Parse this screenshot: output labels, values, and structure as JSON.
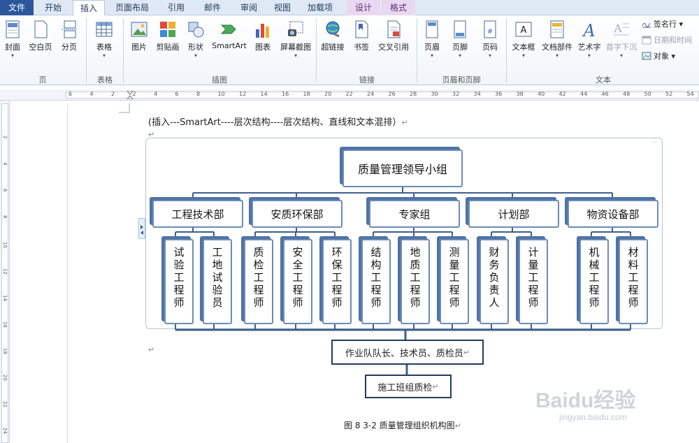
{
  "colors": {
    "file_tab": "#2b579a",
    "ribbon_bg": "#f1f5fa",
    "node_border": "#6b8cb8",
    "node_shadow": "#4f73a5",
    "connector": "#3f5f8a"
  },
  "tabs": [
    {
      "label": "文件",
      "state": "file"
    },
    {
      "label": "开始",
      "state": "normal"
    },
    {
      "label": "插入",
      "state": "active"
    },
    {
      "label": "页面布局",
      "state": "normal"
    },
    {
      "label": "引用",
      "state": "normal"
    },
    {
      "label": "邮件",
      "state": "normal"
    },
    {
      "label": "审阅",
      "state": "normal"
    },
    {
      "label": "视图",
      "state": "normal"
    },
    {
      "label": "加载项",
      "state": "normal"
    },
    {
      "label": "设计",
      "state": "tool"
    },
    {
      "label": "格式",
      "state": "tool"
    }
  ],
  "ribbon": {
    "groups": {
      "page": "页",
      "table": "表格",
      "illustrations": "插图",
      "links": "链接",
      "header_footer": "页眉和页脚",
      "text": "文本"
    },
    "buttons": {
      "cover": "封面",
      "blank_page": "空白页",
      "page_break": "分页",
      "table": "表格",
      "picture": "图片",
      "clipart": "剪贴画",
      "shapes": "形状",
      "smartart": "SmartArt",
      "chart": "图表",
      "screenshot": "屏幕截图",
      "hyperlink": "超链接",
      "bookmark": "书签",
      "cross_ref": "交叉引用",
      "header": "页眉",
      "footer": "页脚",
      "page_number": "页码",
      "textbox": "文本框",
      "quick_parts": "文档部件",
      "wordart": "艺术字",
      "dropcap": "首字下沉",
      "signature": "签名行",
      "datetime": "日期和时间",
      "object": "对象"
    }
  },
  "ruler": {
    "labels": [
      "6",
      "4",
      "2",
      "2",
      "4",
      "6",
      "8",
      "10",
      "12",
      "14",
      "16",
      "18",
      "20",
      "22",
      "24",
      "26",
      "28",
      "30",
      "32",
      "34",
      "36",
      "38",
      "40",
      "42",
      "44",
      "46",
      "48",
      "50",
      "52",
      "54"
    ],
    "v_labels": [
      "2",
      "4",
      "6",
      "8",
      "10",
      "12",
      "14",
      "16",
      "18",
      "20",
      "22",
      "24"
    ]
  },
  "document": {
    "instruction": "(插入---SmartArt----层次结构----层次结构、直线和文本混排）",
    "para_mark": "↵",
    "caption": "图 8 3-2 质量管理组织机构图"
  },
  "org_chart": {
    "root": "质量管理领导小组",
    "departments": [
      "工程技术部",
      "安质环保部",
      "专家组",
      "计划部",
      "物资设备部"
    ],
    "members": [
      "试验工程师",
      "工地试验员",
      "质检工程师",
      "安全工程师",
      "环保工程师",
      "结构工程师",
      "地质工程师",
      "测量工程师",
      "财务负责人",
      "计量工程师",
      "机械工程师",
      "材料工程师"
    ],
    "teams": "作业队队长、技术员、质检员",
    "crew": "施工班组质检"
  },
  "watermark": {
    "brand": "Baidu经验",
    "url": "jingyan.baidu.com"
  }
}
